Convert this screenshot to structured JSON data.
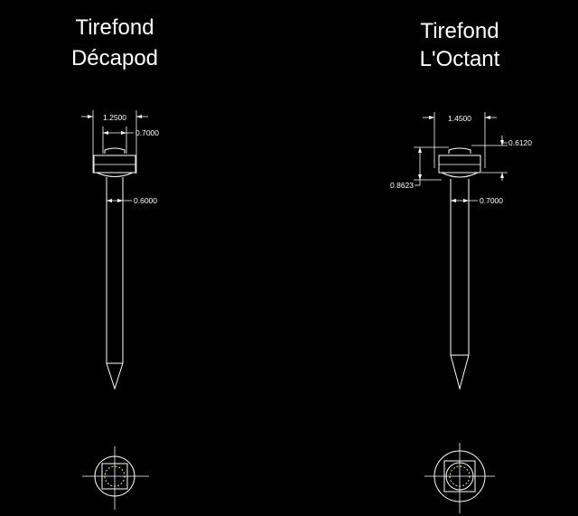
{
  "colors": {
    "background": "#000000",
    "lines": "#ffffff",
    "hidden_lines": "#ffff66"
  },
  "left": {
    "title_line1": "Tirefond",
    "title_line2": "Décapod",
    "dims": {
      "head_width": "1.2500",
      "top_width": "0.7000",
      "shank_width": "0.6000"
    }
  },
  "right": {
    "title_line1": "Tirefond",
    "title_line2": "L'Octant",
    "dims": {
      "head_width": "1.4500",
      "top_height": "0.6120",
      "head_height": "0.8623",
      "shank_width": "0.7000"
    }
  }
}
